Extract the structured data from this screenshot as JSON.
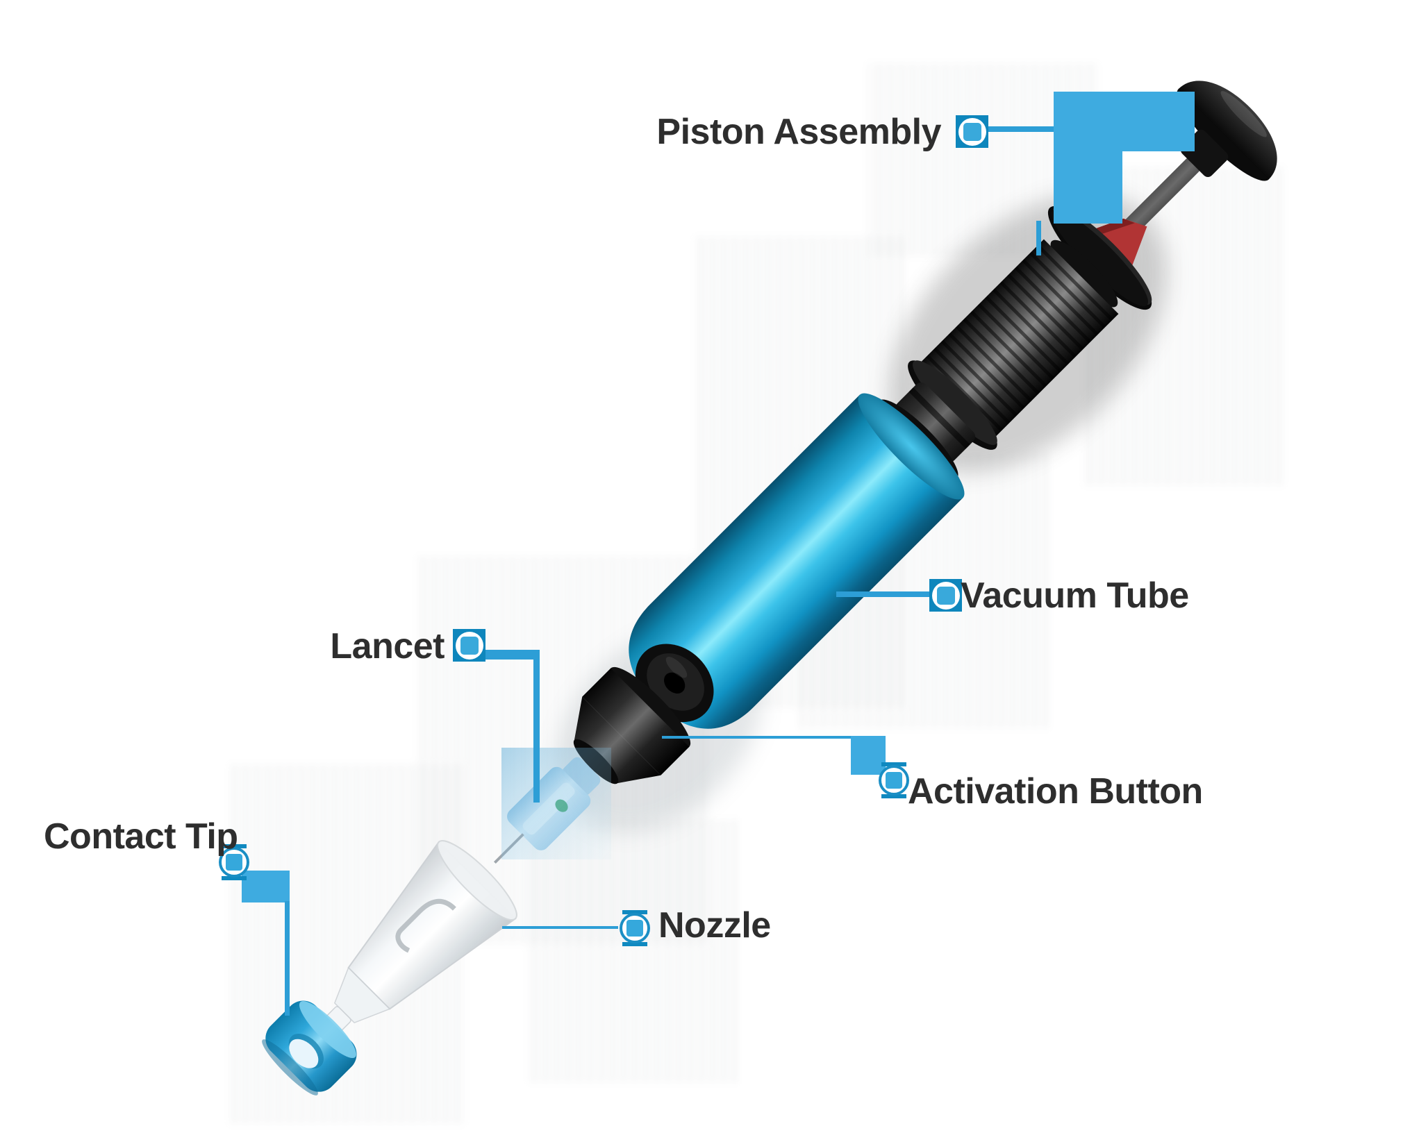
{
  "diagram": {
    "subject": "Blood collection device exploded parts diagram",
    "background": "#ffffff"
  },
  "callouts": [
    {
      "id": "piston-assembly",
      "label": "Piston Assembly",
      "marker": "filled-square-marker"
    },
    {
      "id": "vacuum-tube",
      "label": "Vacuum Tube",
      "marker": "filled-square-marker"
    },
    {
      "id": "lancet",
      "label": "Lancet",
      "marker": "filled-square-marker"
    },
    {
      "id": "activation-button",
      "label": "Activation Button",
      "marker": "outline-square-marker"
    },
    {
      "id": "contact-tip",
      "label": "Contact Tip",
      "marker": "outline-square-marker"
    },
    {
      "id": "nozzle",
      "label": "Nozzle",
      "marker": "outline-square-marker"
    }
  ],
  "colors": {
    "label_text": "#2e2e2e",
    "callout_line_blue": "#2d9ed6",
    "callout_block_blue": "#3eabe0",
    "marker_dark_blue": "#0e86bc",
    "marker_light_blue": "#39a9db",
    "tube_blue": "#1b9cd8",
    "piston_red": "#b13434",
    "device_black": "#101010",
    "lancet_translucent_blue": "#9fc9e4",
    "contact_tip_blue": "#2ea7da"
  }
}
